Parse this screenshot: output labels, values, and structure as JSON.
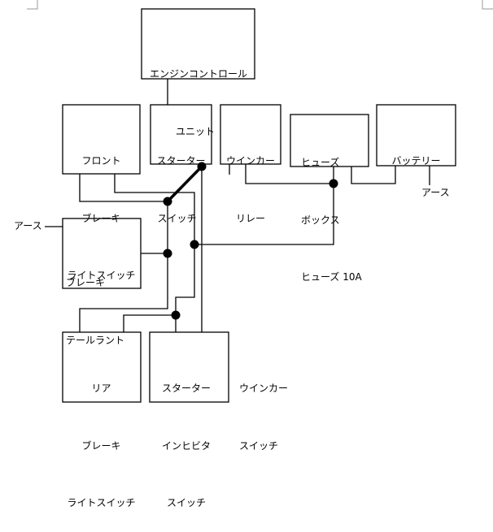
{
  "diagram": {
    "type": "wiring-diagram",
    "components": {
      "ecu": {
        "lines": [
          "エンジンコントロール",
          "ユニット"
        ]
      },
      "front_brake_switch": {
        "lines": [
          "フロント",
          "ブレーキ",
          "ライトスイッチ"
        ]
      },
      "starter_switch": {
        "lines": [
          "スターター",
          "スイッチ"
        ]
      },
      "winker_relay": {
        "lines": [
          "ウインカー",
          "リレー"
        ]
      },
      "fuse_box": {
        "lines": [
          "ヒューズ",
          "ボックス",
          "ヒューズ 10A"
        ]
      },
      "battery": {
        "lines": [
          "バッテリー"
        ]
      },
      "brake_tail_lamp": {
        "lines": [
          "ブレーキ",
          "テールラント"
        ]
      },
      "rear_brake_switch": {
        "lines": [
          "リア",
          "ブレーキ",
          "ライトスイッチ"
        ]
      },
      "starter_inhibitor_switch": {
        "lines": [
          "スターター",
          "インヒビタ",
          "スイッチ"
        ]
      }
    },
    "labels": {
      "ground_left": "アース",
      "ground_battery": "アース",
      "winker_switch": [
        "ウインカー",
        "スイッチ"
      ]
    },
    "colors": {
      "line": "#000000",
      "background": "#ffffff"
    }
  }
}
